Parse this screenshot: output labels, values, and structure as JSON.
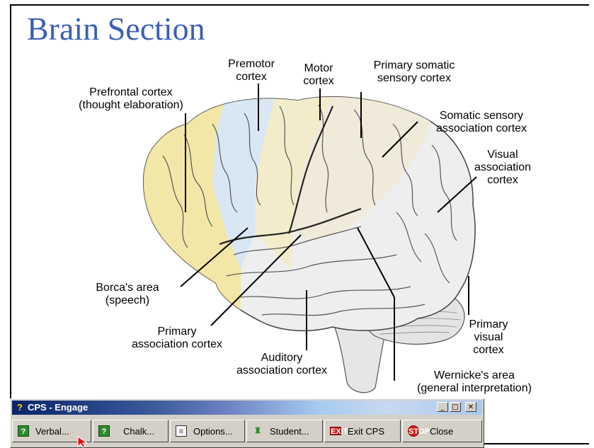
{
  "slide": {
    "title": "Brain Section",
    "labels": {
      "premotor": [
        "Premotor",
        "cortex"
      ],
      "motor": [
        "Motor",
        "cortex"
      ],
      "primary_somatic": [
        "Primary somatic",
        "sensory cortex"
      ],
      "prefrontal": [
        "Prefrontal cortex",
        "(thought elaboration)"
      ],
      "somatic_assoc": [
        "Somatic sensory",
        "association cortex"
      ],
      "visual_assoc": [
        "Visual",
        "association",
        "cortex"
      ],
      "borca": [
        "Borca's area",
        "(speech)"
      ],
      "primary_assoc": [
        "Primary",
        "association cortex"
      ],
      "auditory": [
        "Auditory",
        "association cortex"
      ],
      "primary_visual": [
        "Primary",
        "visual",
        "cortex"
      ],
      "wernicke": [
        "Wernicke's area",
        "(general interpretation)"
      ]
    }
  },
  "cps_window": {
    "title": "CPS - Engage",
    "title_icon": "question-icon",
    "controls": {
      "minimize": "_",
      "maximize": "□",
      "close": "✕"
    },
    "buttons": [
      {
        "label": "Verbal...",
        "icon": "help-question-icon"
      },
      {
        "label": "Chalk...",
        "icon": "help-question-icon"
      },
      {
        "label": "Options...",
        "icon": "list-icon"
      },
      {
        "label": "Student...",
        "icon": "student-icon"
      },
      {
        "label": "Exit CPS",
        "icon": "exit-icon"
      },
      {
        "label": "Close",
        "icon": "stop-icon"
      }
    ]
  },
  "colors": {
    "title": "#3a5fb8",
    "prefrontal_region": "#f3e59a",
    "premotor_region": "#d6e6f4",
    "motor_region": "#f2ebc6",
    "sensory_region": "#efe9d7",
    "brain_base": "#eeeeee",
    "titlebar_start": "#0a246a"
  }
}
